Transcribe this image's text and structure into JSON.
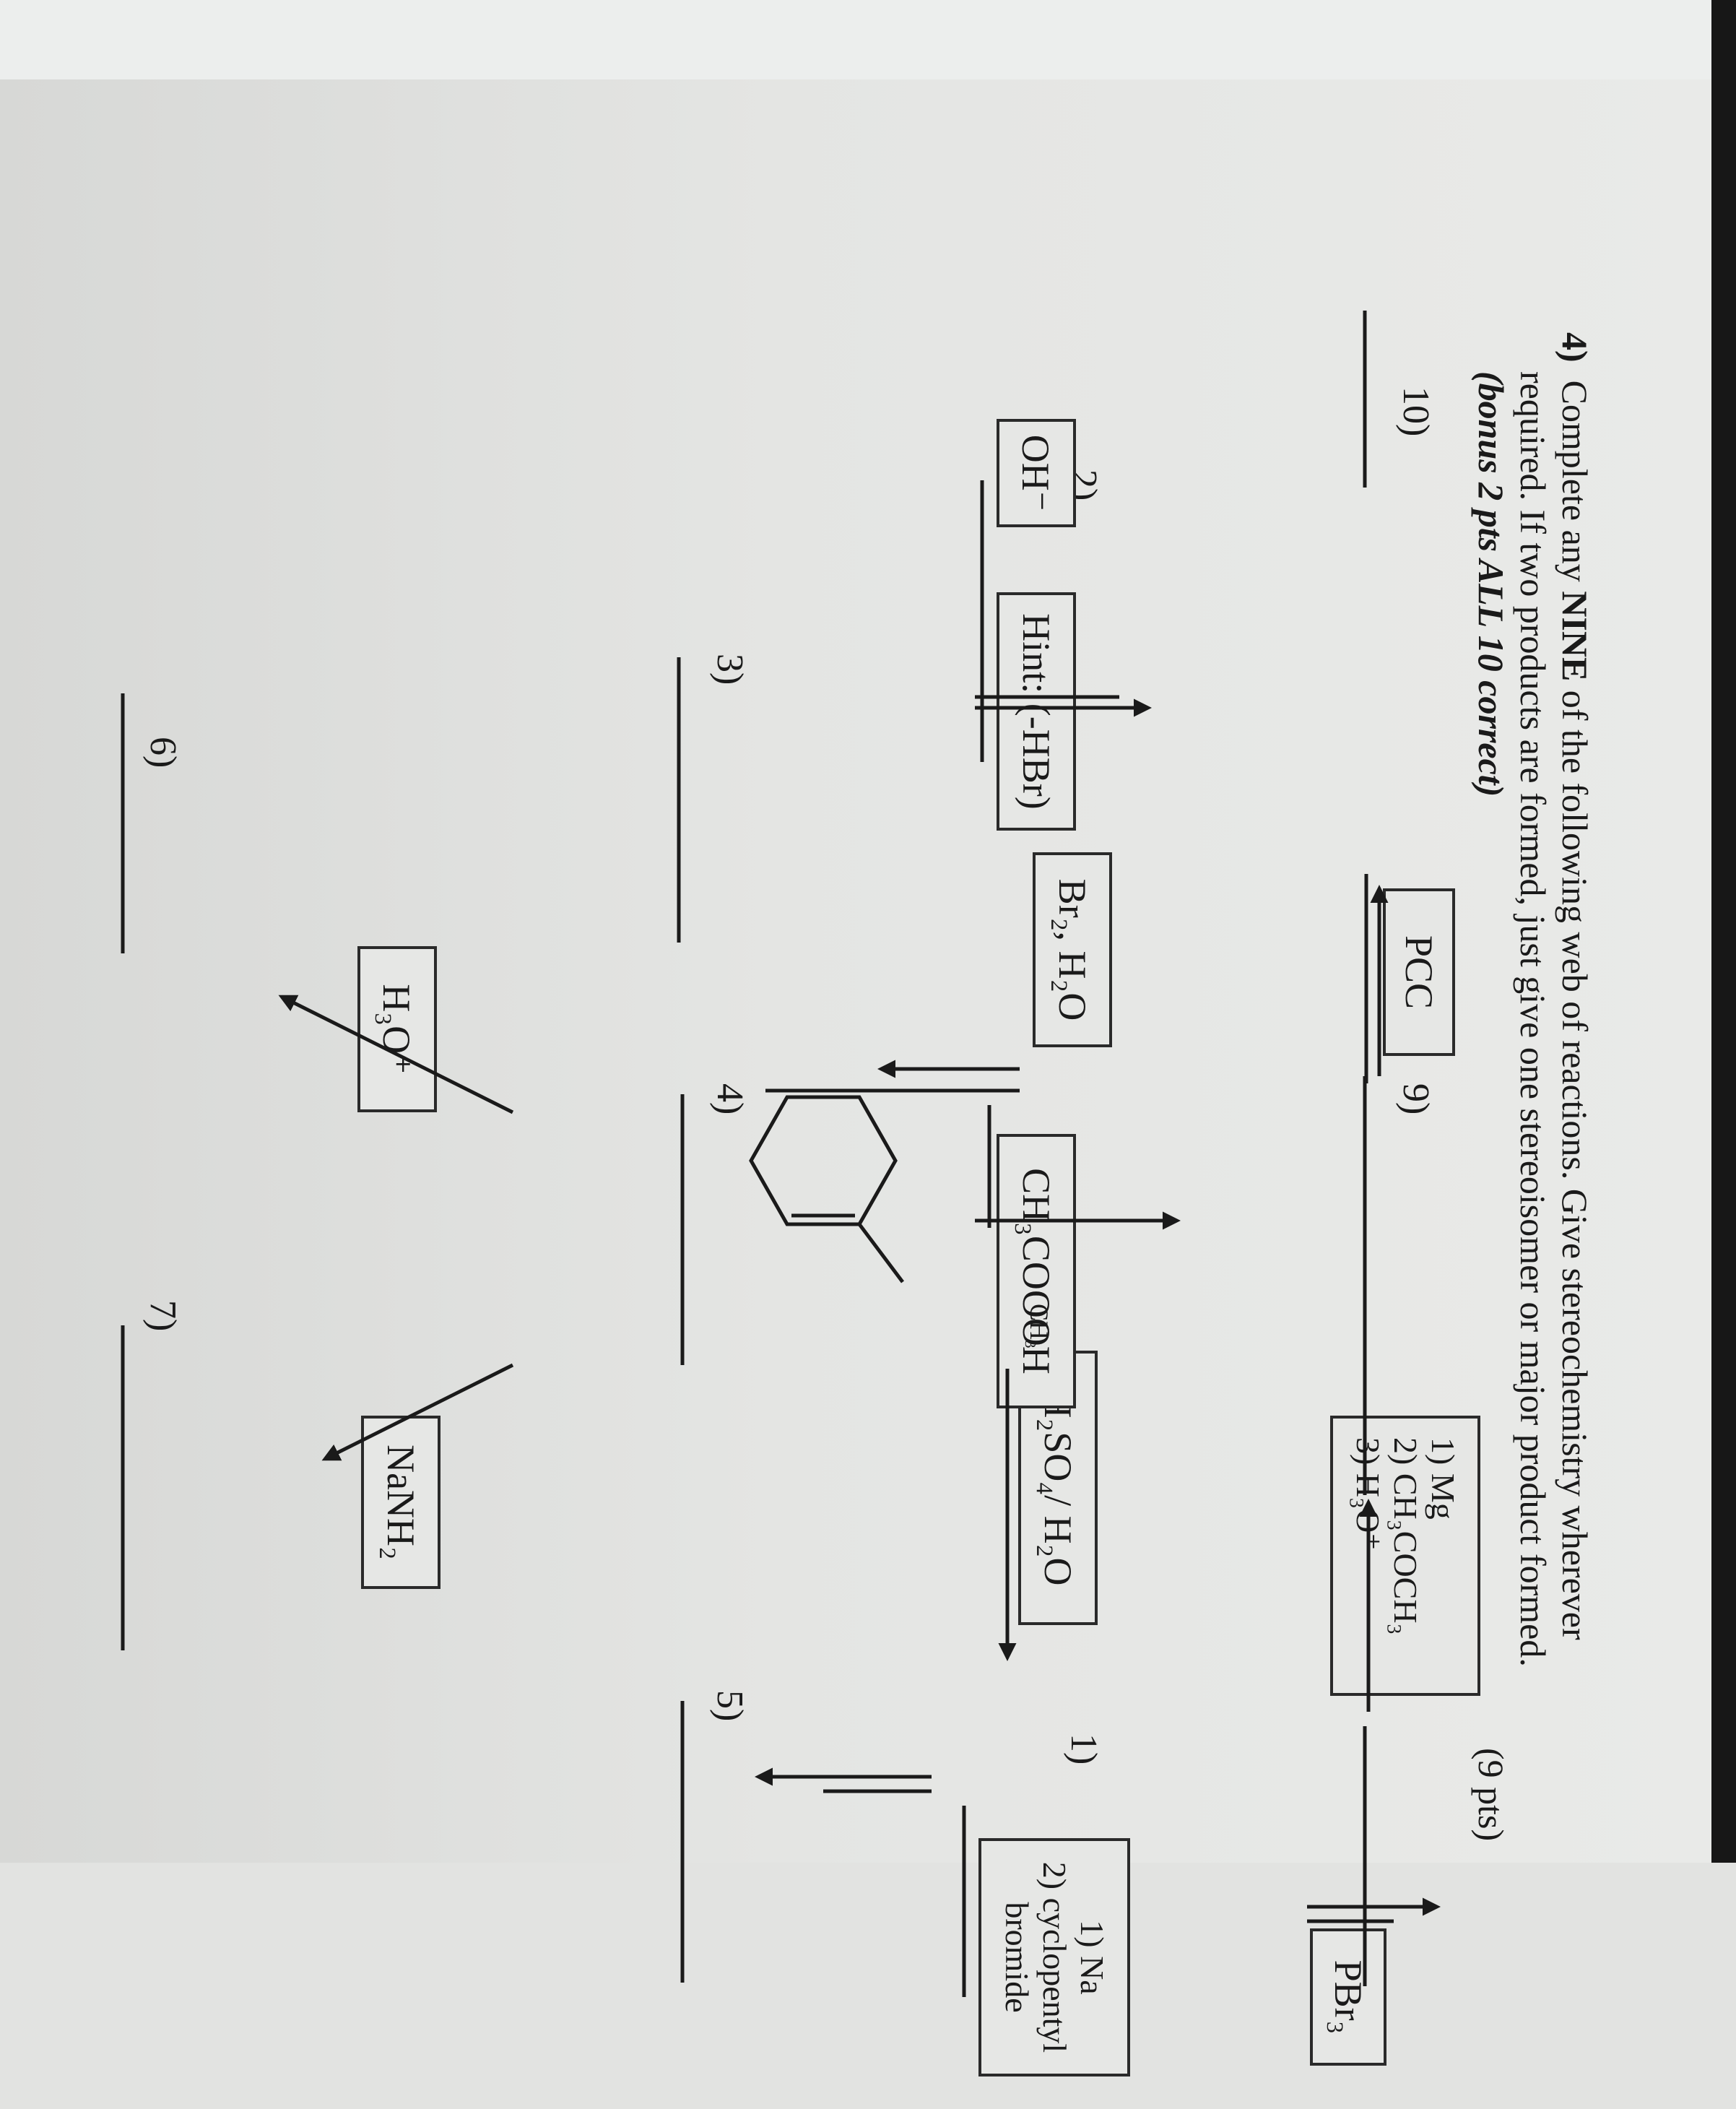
{
  "problem": {
    "number": "4)",
    "line1_a": "Complete any ",
    "line1_bold": "NINE",
    "line1_b": " of the following web of reactions.  Give stereochemistry wherever",
    "line2": "required.  If two products are formed, just give one stereoisomer or major product formed.",
    "line3": "(bonus 2 pts ALL 10 correct)",
    "points": "(9 pts)"
  },
  "steps": {
    "s1": "1)",
    "s2": "2)",
    "s3": "3)",
    "s4": "4)",
    "s5": "5)",
    "s6": "6)",
    "s7": "7)",
    "s8": "8)",
    "s9": "9)",
    "s10": "10)"
  },
  "reagents": {
    "pcc": "PCC",
    "grignard": [
      "1) Mg",
      "2) CH₃COCH₃",
      "3) H₃O⁺"
    ],
    "pbr3": "PBr₃",
    "br2_h2o": "Br₂, H₂O",
    "h2so4_h2o": "H₂SO₄/ H₂O",
    "oh_minus": "OH⁻",
    "hint": "Hint: (-HBr)",
    "peracid": "CH₃COOOH",
    "na_cyclopentyl": [
      "1) Na",
      "2) cyclopentyl",
      "bromide"
    ],
    "h3o_plus": "H₃O⁺",
    "nanh2": "NaNH₂"
  },
  "starting_material": {
    "substituent": "CH₃"
  }
}
